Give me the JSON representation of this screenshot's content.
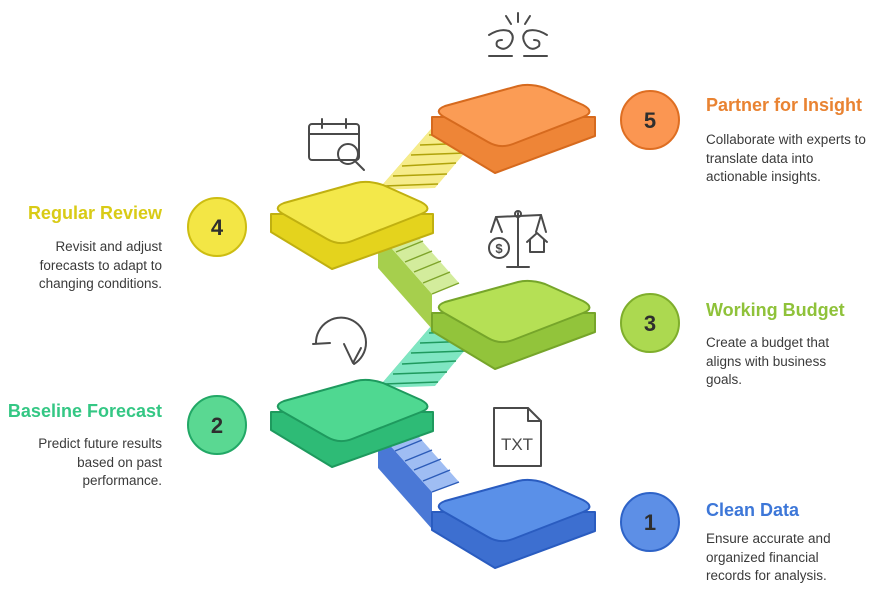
{
  "steps": [
    {
      "number": "1",
      "title": "Clean Data",
      "description": "Ensure accurate and organized financial records for analysis.",
      "color": "#3d77d8",
      "icon": "txt-file-icon"
    },
    {
      "number": "2",
      "title": "Baseline Forecast",
      "description": "Predict future results based on past performance.",
      "color": "#34c784",
      "icon": "rotate-arrow-icon"
    },
    {
      "number": "3",
      "title": "Working Budget",
      "description": "Create a budget that aligns with business goals.",
      "color": "#8fc23a",
      "icon": "balance-scale-icon"
    },
    {
      "number": "4",
      "title": "Regular Review",
      "description": "Revisit and adjust forecasts to adapt to changing conditions.",
      "color": "#d9cb16",
      "icon": "calendar-search-icon"
    },
    {
      "number": "5",
      "title": "Partner for Insight",
      "description": "Collaborate with experts to translate data into actionable insights.",
      "color": "#e98332",
      "icon": "handshake-idea-icon"
    }
  ],
  "icon_labels": {
    "txt": "TXT"
  }
}
